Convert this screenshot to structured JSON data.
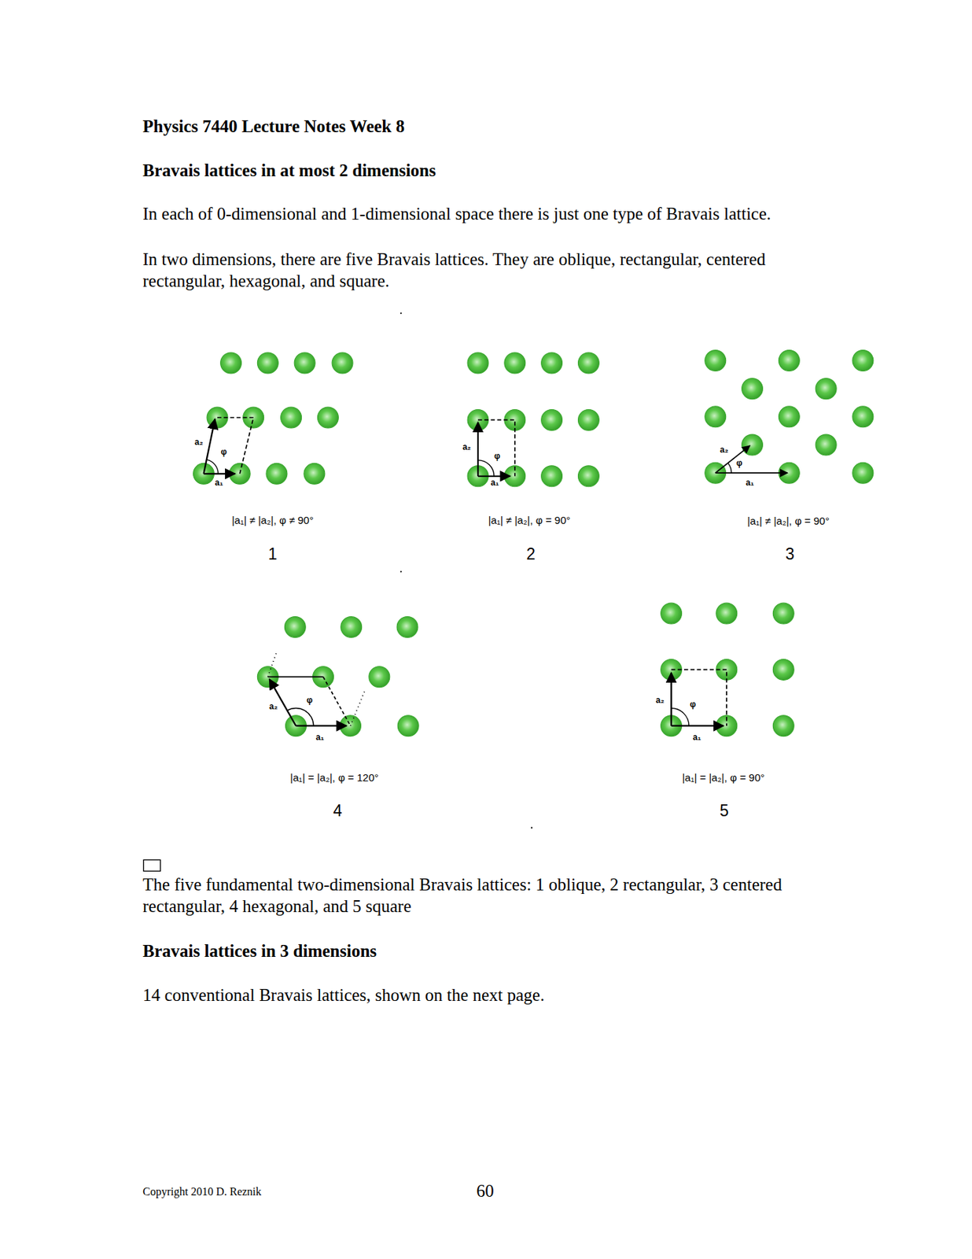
{
  "diagram": {
    "title": "Physics 7440 Lecture Notes Week 8",
    "caption": "The five fundamental two-dimensional Bravais lattices: 1 oblique, 2 rectangular, 3 centered rectangular, 4 hexagonal, and 5 square",
    "labels": [
      "Bravais lattices in at most 2 dimensions",
      "In each of 0-dimensional and 1-dimensional space there is just one type of Bravais lattice.",
      "In two dimensions, there are five Bravais lattices. They are oblique, rectangular, centered rectangular, hexagonal, and square.",
      "a₂",
      "φ",
      "a₁",
      "|a₁| ≠ |a₂|, φ ≠ 90°",
      "1",
      "a₂",
      "φ",
      "a₁",
      "|a₁| ≠ |a₂|, φ = 90°",
      "2",
      "a₂",
      "φ",
      "a₁",
      "|a₁| ≠ |a₂|, φ = 90°",
      "3",
      "a₂",
      "φ",
      "a₁",
      "|a₁| = |a₂|, φ = 120°",
      "4",
      "a₂",
      "φ",
      "a₁",
      "|a₁| = |a₂|, φ = 90°",
      "5",
      "Bravais lattices in 3 dimensions",
      "14 conventional Bravais lattices, shown on the next page.",
      "Copyright 2010 D. Reznik",
      "60"
    ]
  }
}
